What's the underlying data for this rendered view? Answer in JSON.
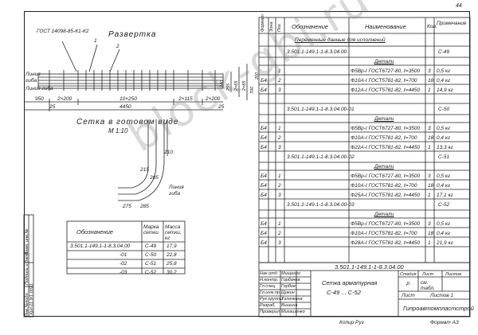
{
  "sheet": {
    "page_number": "44",
    "format_label": "Формат А3",
    "watermark": "block-gbi.ru",
    "copied_label": "Копир Руз"
  },
  "drawing": {
    "gost_label": "ГОСТ 14098-85-К1-К2",
    "development_title": "Развертка",
    "mark_2": "2",
    "mark_1": "1",
    "line_label_1": "Линия",
    "line_label_2": "гиба",
    "line_label_3": "Линия гиба",
    "dim_950": "950",
    "dim_2x200": "2×200",
    "dim_10x250": "10×250",
    "dim_2x115": "2×115",
    "dim_2x200_b": "2×200",
    "dim_25": "25",
    "dim_25b": "25",
    "dim_4450": "4450",
    "dim_255": "255",
    "dim_200": "200",
    "dim_700": "700",
    "dim_2x65": "2×65",
    "dim_2x85": "2×85",
    "dim_240": "240",
    "mesh_title": "Сетка в готовом виде",
    "scale": "М 1:10",
    "r_215": "215",
    "r_205": "205",
    "r_210": "210",
    "r_275": "275",
    "r_285": "285"
  },
  "mark_table": {
    "headers": [
      "Обозначение",
      "Марка сетки",
      "Масса сетки, кг"
    ],
    "rows": [
      {
        "designation": "3.501.1-149.1-1-8.3.04.00",
        "mark": "С-49",
        "mass": "17,9"
      },
      {
        "designation": "-01",
        "mark": "С-50",
        "mass": "22,8"
      },
      {
        "designation": "-02",
        "mark": "С-51",
        "mass": "25,8"
      },
      {
        "designation": "-03",
        "mark": "С-52",
        "mass": "30,2"
      }
    ]
  },
  "left_strip": {
    "inv_label": "Инв.№подл.",
    "sign_label": "Подпись и дата",
    "replace_label": "Взам. инв.№",
    "inv_value": "Хрл.11.9/1.0021"
  },
  "spec": {
    "headers": [
      "Формат",
      "Зона",
      "Поз.",
      "Обозначение",
      "Наименование",
      "Кол.",
      "Примечание"
    ],
    "section_title": "Переменные данные для исполнений",
    "groups": [
      {
        "code": "3.501.1-149.1-1-8.3.04.00",
        "mark": "С-49",
        "details_label": "Детали",
        "items": [
          {
            "format": "",
            "pos": "1",
            "name": "Ф5Вр-I ГОСТ6727-80, ℓ=3500",
            "qty": "3",
            "note": "0,5 кг"
          },
          {
            "format": "Б4",
            "pos": "2",
            "name": "Ф10А-I ГОСТ5781-82, ℓ=700",
            "qty": "18",
            "note": "0,4 кг"
          },
          {
            "format": "Б4",
            "pos": "3",
            "name": "Ф12А-I ГОСТ5781-82, ℓ=4450",
            "qty": "1",
            "note": "14,9 кг"
          }
        ]
      },
      {
        "code": "3.501.1-149.1-1-8.3.04.00-01",
        "mark": "С-50",
        "details_label": "Детали",
        "items": [
          {
            "format": "Б4",
            "pos": "1",
            "name": "Ф5Вр-I ГОСТ6727-80, ℓ=3500",
            "qty": "3",
            "note": "0,5 кг"
          },
          {
            "format": "Б4",
            "pos": "2",
            "name": "Ф10А-I ГОСТ5781-82, ℓ=700",
            "qty": "18",
            "note": "0,4 кг"
          },
          {
            "format": "Б4",
            "pos": "3",
            "name": "Ф22А-I ГОСТ5781-82, ℓ=4450",
            "qty": "1",
            "note": "13,3 кг"
          }
        ]
      },
      {
        "code": "3.501.1-149.1-1-8.3.04.00-02",
        "mark": "С-51",
        "details_label": "Детали",
        "items": [
          {
            "format": "Б4",
            "pos": "1",
            "name": "Ф5Вр-I ГОСТ6727-80, ℓ=3500",
            "qty": "3",
            "note": "0,5 кг"
          },
          {
            "format": "Б4",
            "pos": "2",
            "name": "Ф10А-I ГОСТ5781-82, ℓ=700",
            "qty": "18",
            "note": "0,4 кг"
          },
          {
            "format": "Б4",
            "pos": "3",
            "name": "Ф25А-I ГОСТ5781-82, ℓ=4450",
            "qty": "1",
            "note": "17,1 кг"
          }
        ]
      },
      {
        "code": "3.501.1-149.1-1-8.3.04.00-03",
        "mark": "С-52",
        "details_label": "Детали",
        "items": [
          {
            "format": "Б4",
            "pos": "1",
            "name": "Ф5Вр-I ГОСТ6727-80, ℓ=3500",
            "qty": "3",
            "note": "0,5 кг"
          },
          {
            "format": "Б4",
            "pos": "2",
            "name": "Ф10А-I ГОСТ5781-82, ℓ=700",
            "qty": "18",
            "note": "0,4 кг"
          },
          {
            "format": "Б4",
            "pos": "3",
            "name": "Ф28А-I ГОСТ5781-82, ℓ=4450",
            "qty": "1",
            "note": "21,9 кг"
          }
        ]
      }
    ]
  },
  "title_block": {
    "doc_code": "3.501.1-149.1-1-8.3.04.00",
    "doc_title_1": "Сетка арматурная",
    "doc_title_2": "С-49 ... С-52",
    "stage_header": "Стадия",
    "sheet_header": "Лист",
    "sheets_header": "Листов",
    "stage_value": "Р",
    "sheet_value": "см. табл.",
    "list_label": "Лист",
    "list_value": "Листов 1",
    "org": "Гипроавтомпластстрой",
    "roles": [
      {
        "role": "Нач.отд.",
        "name": "Мищенко"
      },
      {
        "role": "Н.контр.",
        "name": "Горбачев"
      },
      {
        "role": "Гл.спец.",
        "name": "Горбов"
      },
      {
        "role": "Гл.инж.пр.",
        "name": "Щокин"
      },
      {
        "role": "Рук.группы",
        "name": "Толочкина"
      },
      {
        "role": "Разраб.",
        "name": "Вишина"
      },
      {
        "role": "Проверил",
        "name": "Михашенко"
      }
    ]
  }
}
